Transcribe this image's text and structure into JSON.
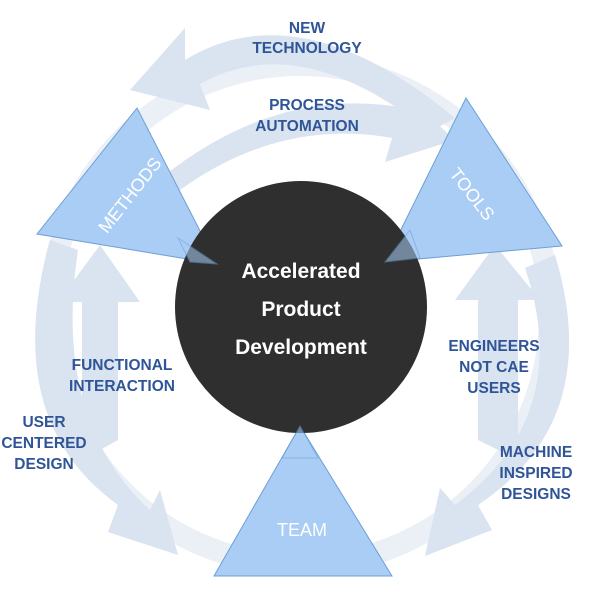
{
  "colors": {
    "arrow": "#dae3f0",
    "triangle": "#a9cdf5",
    "triangle_stroke": "#6c9fd6",
    "circle": "#2f2f2f",
    "label": "#2f5597"
  },
  "center": {
    "lines": [
      "Accelerated",
      "Product",
      "Development"
    ]
  },
  "triangles": {
    "methods": "METHODS",
    "tools": "TOOLS",
    "team": "TEAM"
  },
  "labels": {
    "new_technology": [
      "NEW",
      "TECHNOLOGY"
    ],
    "process_automation": [
      "PROCESS",
      "AUTOMATION"
    ],
    "functional_interaction": [
      "FUNCTIONAL",
      "INTERACTION"
    ],
    "user_centered_design": [
      "USER",
      "CENTERED",
      "DESIGN"
    ],
    "engineers_not_cae_users": [
      "ENGINEERS",
      "NOT CAE",
      "USERS"
    ],
    "machine_inspired_designs": [
      "MACHINE",
      "INSPIRED",
      "DESIGNS"
    ]
  }
}
